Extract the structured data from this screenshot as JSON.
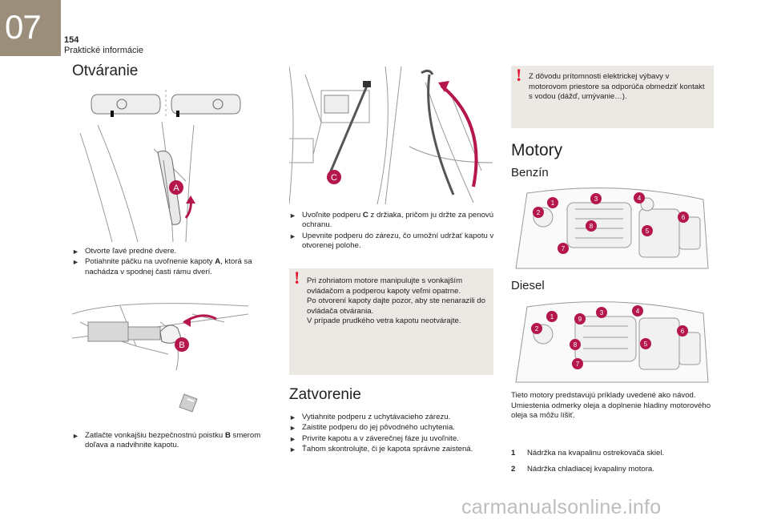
{
  "header": {
    "chapter": "07",
    "page_number": "154",
    "section": "Praktické informácie"
  },
  "opening": {
    "title": "Otváranie",
    "label_a": "A",
    "label_b": "B",
    "label_c": "C",
    "steps1": [
      {
        "pre": "Otvorte ľavé predné dvere.",
        "bold": "",
        "post": ""
      },
      {
        "pre": "Potiahnite páčku na uvoľnenie kapoty ",
        "bold": "A",
        "post": ", ktorá sa nachádza v spodnej časti rámu dverí."
      }
    ],
    "steps2": [
      {
        "pre": "Zatlačte vonkajšiu bezpečnostnú poistku ",
        "bold": "B",
        "post": " smerom doľava a nadvihnite kapotu."
      }
    ],
    "steps3": [
      {
        "pre": "Uvoľnite podperu ",
        "bold": "C",
        "post": " z držiaka, pričom ju držte za penovú ochranu."
      },
      {
        "pre": "Upevnite podperu do zárezu, čo umožní udržať kapotu v otvorenej polohe.",
        "bold": "",
        "post": ""
      }
    ],
    "warning": "Pri zohriatom motore manipulujte s vonkajším ovládačom a podperou kapoty veľmi opatrne.\nPo otvorení kapoty dajte pozor, aby ste nenarazili do ovládača otvárania.\nV prípade prudkého vetra kapotu neotvárajte."
  },
  "closing": {
    "title": "Zatvorenie",
    "steps": [
      "Vytiahnite podperu z uchytávacieho zárezu.",
      "Zaistite podperu do jej pôvodného uchytenia.",
      "Privrite kapotu a v záverečnej fáze ju uvoľnite.",
      "Ťahom skontrolujte, či je kapota správne zaistená."
    ]
  },
  "engines": {
    "warning": "Z dôvodu prítomnosti elektrickej výbavy v motorovom priestore sa odporúča obmedziť kontakt s vodou (dážď, umývanie…).",
    "title": "Motory",
    "petrol_title": "Benzín",
    "diesel_title": "Diesel",
    "petrol_markers": [
      "1",
      "2",
      "3",
      "4",
      "5",
      "6",
      "7",
      "8"
    ],
    "diesel_markers": [
      "1",
      "2",
      "3",
      "4",
      "5",
      "6",
      "7",
      "8",
      "9"
    ],
    "note": "Tieto motory predstavujú príklady uvedené ako návod.\nUmiestenia odmerky oleja a doplnenie hladiny motorového oleja sa môžu líšiť.",
    "legend": [
      {
        "num": "1",
        "text": "Nádržka na kvapalinu ostrekovača skiel."
      },
      {
        "num": "2",
        "text": "Nádržka chladiacej kvapaliny motora."
      }
    ]
  },
  "watermark": "carmanualsonline.info",
  "colors": {
    "accent": "#9b8f7c",
    "marker": "#b5174c",
    "warning_icon": "#e2102a",
    "panel": "#ece9e5"
  }
}
